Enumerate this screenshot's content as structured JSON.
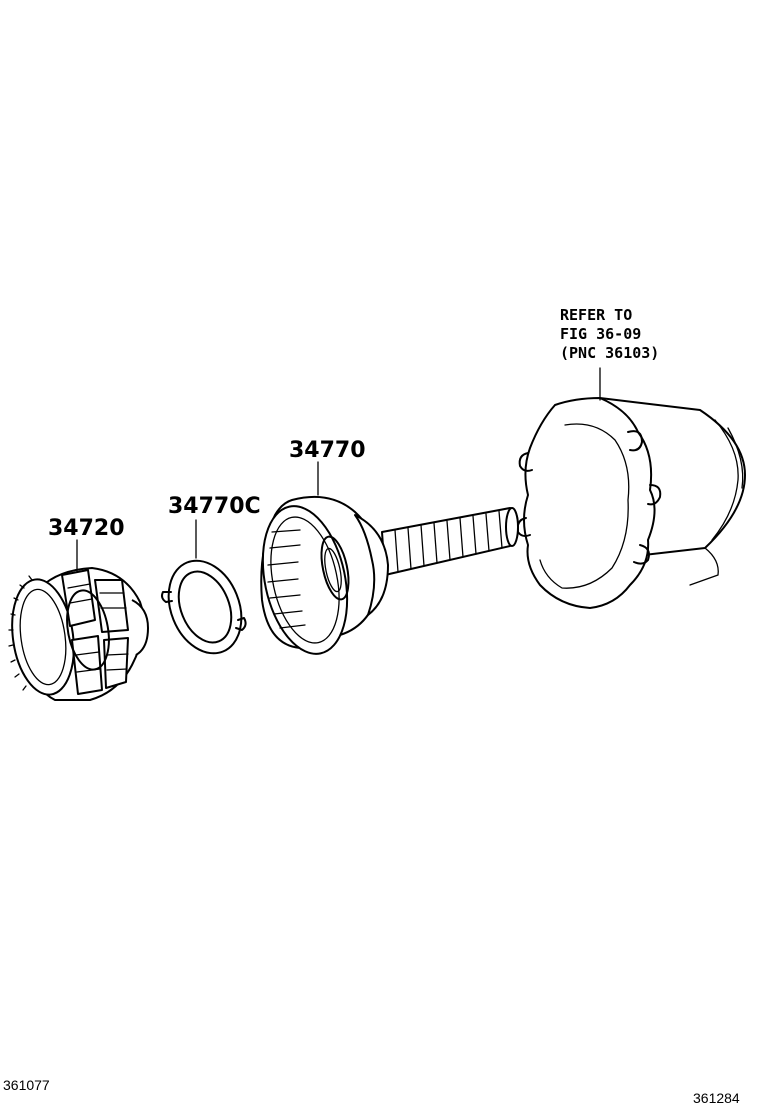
{
  "diagram": {
    "labels": {
      "part_34720": "34720",
      "part_34770C": "34770C",
      "part_34770": "34770"
    },
    "reference_note": {
      "line1": "REFER TO",
      "line2": "FIG 36-09",
      "line3": "(PNC 36103)"
    },
    "footer": {
      "left_code": "361077",
      "right_code": "361284"
    }
  }
}
